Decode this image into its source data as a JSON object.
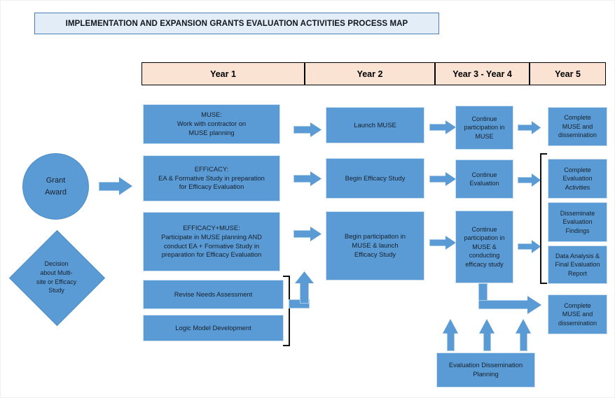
{
  "title": {
    "text": "IMPLEMENTATION AND EXPANSION GRANTS EVALUATION ACTIVITIES PROCESS MAP"
  },
  "colors": {
    "box_fill": "#5b9bd5",
    "header_fill": "#fae3d3",
    "banner_fill": "#e3edf8",
    "banner_border": "#4a7fb5",
    "bracket": "#111111",
    "text": "#15202b"
  },
  "year_headers": [
    {
      "label": "Year 1"
    },
    {
      "label": "Year 2"
    },
    {
      "label": "Year 3 - Year 4"
    },
    {
      "label": "Year 5"
    }
  ],
  "start": {
    "grant_award": "Grant Award",
    "grant_award_line1": "Grant",
    "grant_award_line2": "Award",
    "decision": "Decision about Multi-site or Efficacy Study",
    "decision_line1": "Decision",
    "decision_line2": "about Multi-",
    "decision_line3": "site or Efficacy",
    "decision_line4": "Study"
  },
  "year1": {
    "muse": {
      "line1": "MUSE:",
      "line2": "Work with contractor on",
      "line3": "MUSE planning"
    },
    "efficacy": {
      "line1": "EFFICACY:",
      "line2": "EA & Formative Study in preparation",
      "line3": "for Efficacy Evaluation"
    },
    "efficacy_muse": {
      "line1": "EFFICACY+MUSE:",
      "line2": "Participate in MUSE planning AND",
      "line3": "conduct EA + Formative Study in",
      "line4": "preparation for Efficacy Evaluation"
    },
    "revise_needs": "Revise Needs Assessment",
    "logic_model": "Logic Model Development"
  },
  "year2": {
    "launch_muse": "Launch MUSE",
    "begin_efficacy": "Begin Efficacy Study",
    "begin_participation": {
      "line1": "Begin participation in",
      "line2": "MUSE & launch",
      "line3": "Efficacy Study"
    }
  },
  "year34": {
    "continue_muse": {
      "line1": "Continue",
      "line2": "participation in",
      "line3": "MUSE"
    },
    "continue_eval": {
      "line1": "Continue",
      "line2": "Evaluation"
    },
    "continue_muse_efficacy": {
      "line1": "Continue",
      "line2": "participation in",
      "line3": "MUSE &",
      "line4": "conducting",
      "line5": "efficacy study"
    }
  },
  "year5": {
    "complete_muse_top": {
      "line1": "Complete",
      "line2": "MUSE and",
      "line3": "dissemination"
    },
    "complete_eval_activities": {
      "line1": "Complete",
      "line2": "Evaluation",
      "line3": "Activities"
    },
    "disseminate_findings": {
      "line1": "Disseminate",
      "line2": "Evaluation",
      "line3": "Findings"
    },
    "data_analysis": {
      "line1": "Data Analysis &",
      "line2": "Final Evaluation",
      "line3": "Report"
    },
    "complete_muse_bottom": {
      "line1": "Complete",
      "line2": "MUSE and",
      "line3": "dissemination"
    }
  },
  "bottom": {
    "eval_dissemination": {
      "line1": "Evaluation Dissemination",
      "line2": "Planning"
    }
  }
}
